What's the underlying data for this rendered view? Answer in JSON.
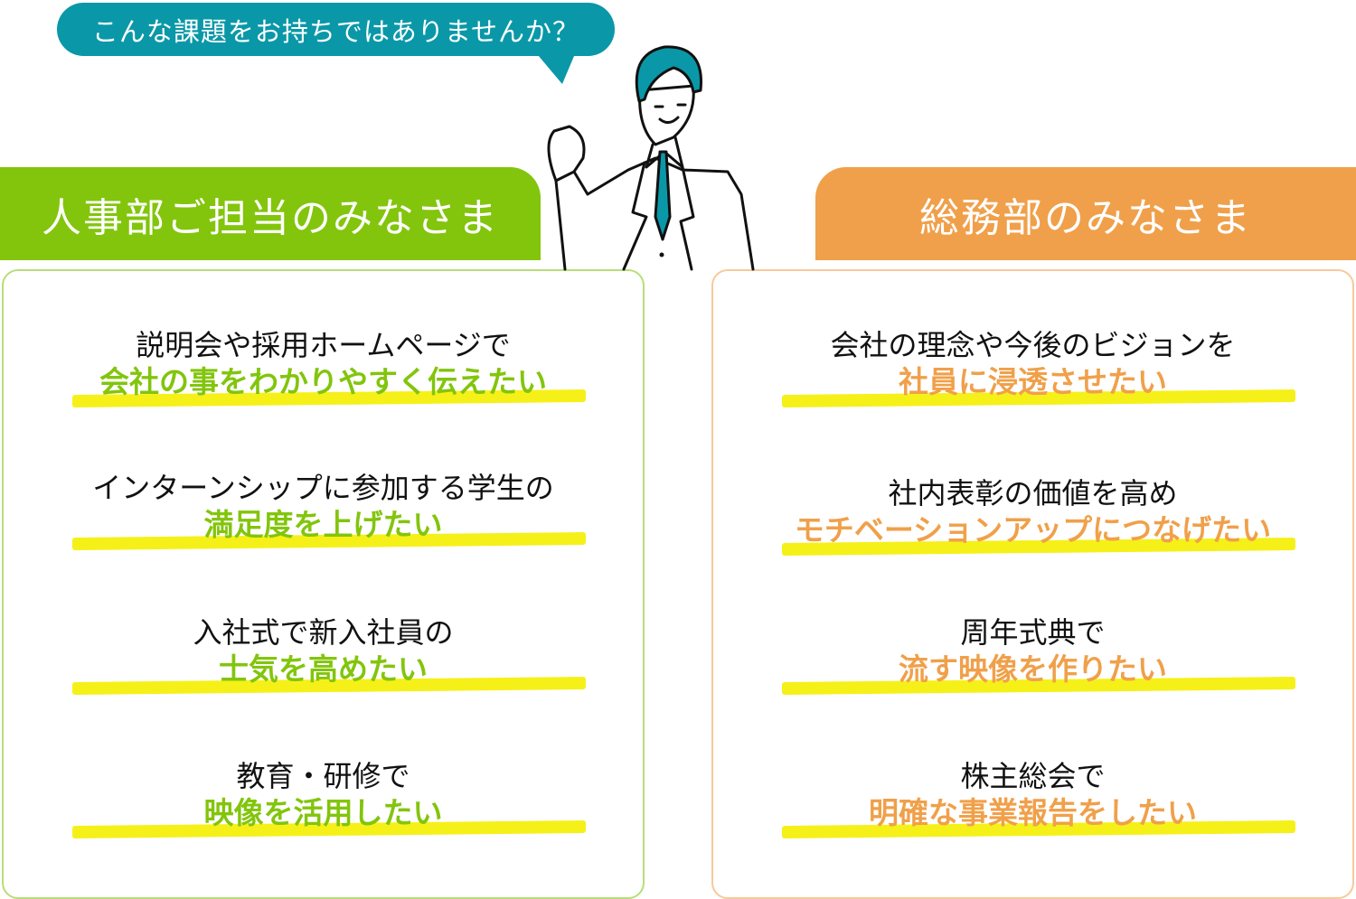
{
  "bubble": "こんな課題をお持ちではありませんか？",
  "colors": {
    "teal": "#0a98a8",
    "green": "#82c50c",
    "orange": "#f0a04a",
    "highlight": "#f5ee00"
  },
  "hr": {
    "title": "人事部ご担当のみなさま",
    "items": [
      {
        "line1": "説明会や採用ホームページで",
        "line2": "会社の事をわかりやすく伝えたい"
      },
      {
        "line1": "インターンシップに参加する学生の",
        "line2": "満足度を上げたい"
      },
      {
        "line1": "入社式で新入社員の",
        "line2": "士気を高めたい"
      },
      {
        "line1": "教育・研修で",
        "line2": "映像を活用したい"
      }
    ]
  },
  "ga": {
    "title": "総務部のみなさま",
    "items": [
      {
        "line1": "会社の理念や今後のビジョンを",
        "line2": "社員に浸透させたい"
      },
      {
        "line1": "社内表彰の価値を高め",
        "line2": "モチベーションアップにつなげたい"
      },
      {
        "line1": "周年式典で",
        "line2": "流す映像を作りたい"
      },
      {
        "line1": "株主総会で",
        "line2": "明確な事業報告をしたい"
      }
    ]
  }
}
